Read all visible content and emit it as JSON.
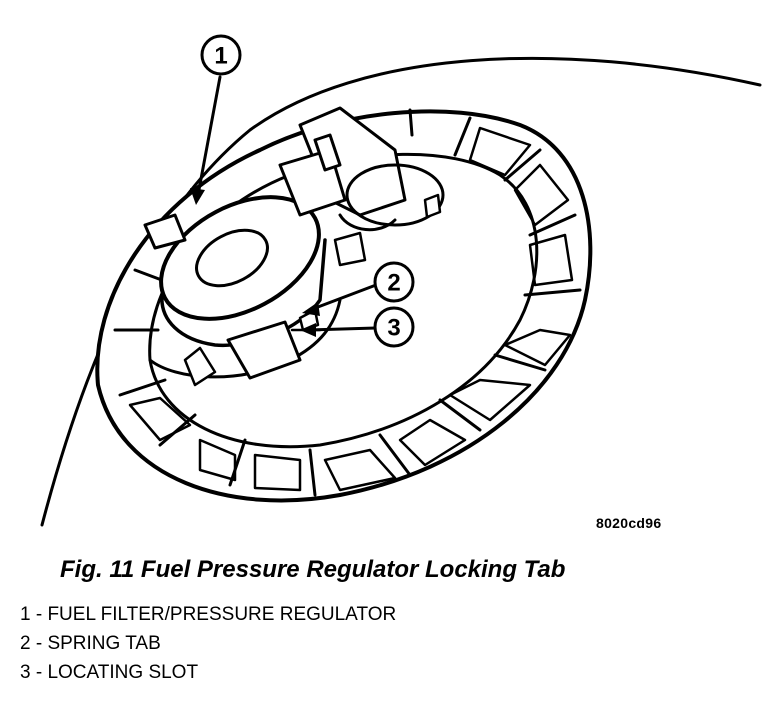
{
  "figure": {
    "id": "8020cd96",
    "callouts": [
      "1",
      "2",
      "3"
    ]
  },
  "caption": "Fig. 11 Fuel Pressure Regulator Locking Tab",
  "legend": [
    "1 - FUEL FILTER/PRESSURE REGULATOR",
    "2 - SPRING TAB",
    "3 - LOCATING SLOT"
  ]
}
